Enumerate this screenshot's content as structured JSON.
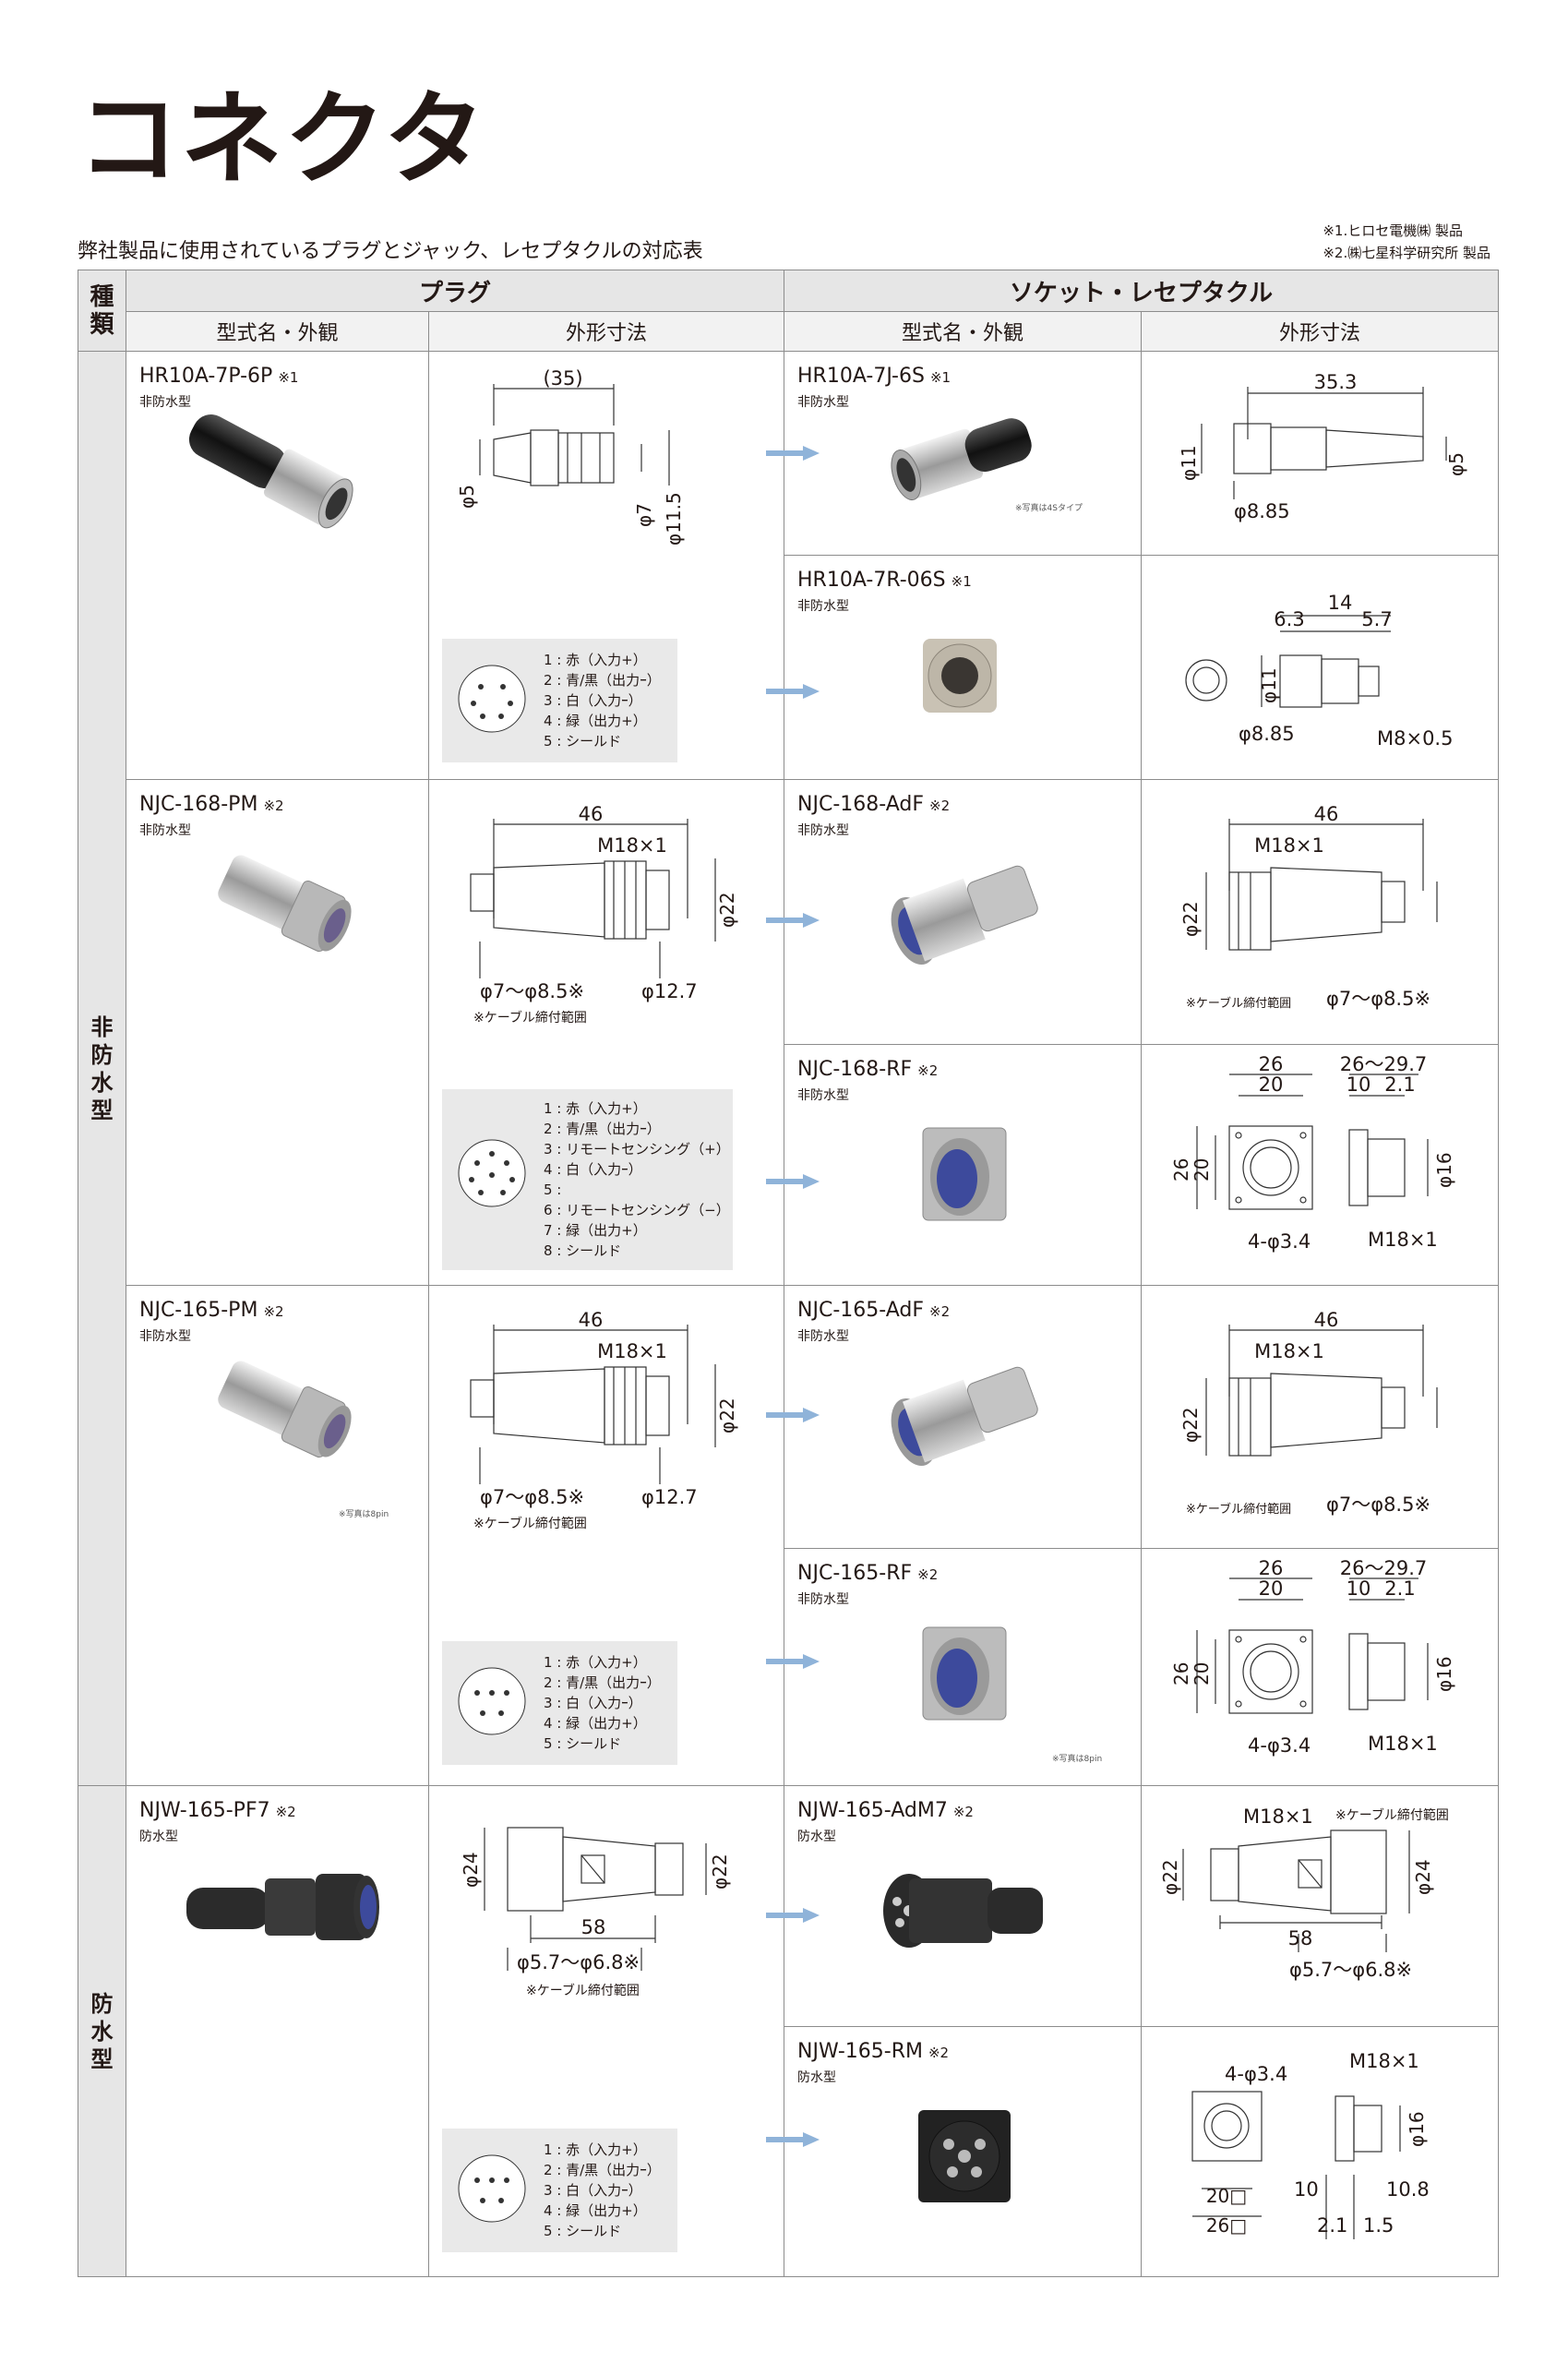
{
  "page": {
    "title": "コネクタ",
    "subtitle": "弊社製品に使用されているプラグとジャック、レセプタクルの対応表",
    "notes": [
      "※1.ヒロセ電機㈱ 製品",
      "※2.㈱七星科学研究所 製品"
    ]
  },
  "table": {
    "kind_header": "種類",
    "plug_header": "プラグ",
    "socket_header": "ソケット・レセプタクル",
    "model_header": "型式名・外観",
    "dim_header": "外形寸法",
    "kind_nonwater": "非防水型",
    "kind_water": "防水型"
  },
  "groups": [
    {
      "plug": {
        "model": "HR10A-7P-6P",
        "note": "※1",
        "type": "非防水型",
        "dims": {
          "len": "(35)",
          "d1": "φ5",
          "d2": "φ7",
          "d3": "φ11.5"
        }
      },
      "pins": [
        "1 : 赤（入力+）",
        "2 : 青/黒（出力ｰ）",
        "3 : 白（入力ｰ）",
        "4 : 緑（出力+）",
        "5 : シールド"
      ],
      "sockets": [
        {
          "model": "HR10A-7J-6S",
          "note": "※1",
          "type": "非防水型",
          "photo_note": "※写真は4Sタイプ",
          "dims": {
            "len": "35.3",
            "d1": "φ11",
            "d2": "φ5",
            "d3": "φ8.85"
          }
        },
        {
          "model": "HR10A-7R-06S",
          "note": "※1",
          "type": "非防水型",
          "dims": {
            "a": "14",
            "b": "6.3",
            "c": "5.7",
            "d1": "φ11",
            "d2": "φ8.85",
            "th": "M8×0.5"
          }
        }
      ]
    },
    {
      "plug": {
        "model": "NJC-168-PM",
        "note": "※2",
        "type": "非防水型",
        "dims": {
          "len": "46",
          "th": "M18×1",
          "d1": "φ22",
          "cable": "φ7〜φ8.5※",
          "d2": "φ12.7",
          "cable_note": "※ケーブル締付範囲"
        }
      },
      "pins": [
        "1 : 赤（入力+）",
        "2 : 青/黒（出力ｰ）",
        "3 : リモートセンシング（+）",
        "4 : 白（入力ｰ）",
        "5 :",
        "6 : リモートセンシング（−）",
        "7 : 緑（出力+）",
        "8 : シールド"
      ],
      "sockets": [
        {
          "model": "NJC-168-AdF",
          "note": "※2",
          "type": "非防水型",
          "dims": {
            "len": "46",
            "th": "M18×1",
            "d1": "φ22",
            "cable": "φ7〜φ8.5※",
            "cable_note": "※ケーブル締付範囲"
          }
        },
        {
          "model": "NJC-168-RF",
          "note": "※2",
          "type": "非防水型",
          "dims": {
            "w1": "26",
            "w2": "20",
            "h1": "26",
            "h2": "20",
            "r1": "26〜29.7",
            "r2": "10",
            "r3": "2.1",
            "d1": "φ16",
            "holes": "4-φ3.4",
            "th": "M18×1"
          }
        }
      ]
    },
    {
      "plug": {
        "model": "NJC-165-PM",
        "note": "※2",
        "type": "非防水型",
        "photo_note": "※写真は8pin",
        "dims": {
          "len": "46",
          "th": "M18×1",
          "d1": "φ22",
          "cable": "φ7〜φ8.5※",
          "d2": "φ12.7",
          "cable_note": "※ケーブル締付範囲"
        }
      },
      "pins": [
        "1 : 赤（入力+）",
        "2 : 青/黒（出力ｰ）",
        "3 : 白（入力ｰ）",
        "4 : 緑（出力+）",
        "5 : シールド"
      ],
      "sockets": [
        {
          "model": "NJC-165-AdF",
          "note": "※2",
          "type": "非防水型",
          "dims": {
            "len": "46",
            "th": "M18×1",
            "d1": "φ22",
            "cable": "φ7〜φ8.5※",
            "cable_note": "※ケーブル締付範囲"
          }
        },
        {
          "model": "NJC-165-RF",
          "note": "※2",
          "type": "非防水型",
          "photo_note": "※写真は8pin",
          "dims": {
            "w1": "26",
            "w2": "20",
            "h1": "26",
            "h2": "20",
            "r1": "26〜29.7",
            "r2": "10",
            "r3": "2.1",
            "d1": "φ16",
            "holes": "4-φ3.4",
            "th": "M18×1"
          }
        }
      ]
    },
    {
      "plug": {
        "model": "NJW-165-PF7",
        "note": "※2",
        "type": "防水型",
        "dims": {
          "d1": "φ24",
          "d2": "φ22",
          "len": "58",
          "cable": "φ5.7〜φ6.8※",
          "cable_note": "※ケーブル締付範囲"
        }
      },
      "pins": [
        "1 : 赤（入力+）",
        "2 : 青/黒（出力ｰ）",
        "3 : 白（入力ｰ）",
        "4 : 緑（出力+）",
        "5 : シールド"
      ],
      "sockets": [
        {
          "model": "NJW-165-AdM7",
          "note": "※2",
          "type": "防水型",
          "dims": {
            "th": "M18×1",
            "cable_note": "※ケーブル締付範囲",
            "d1": "φ22",
            "d2": "φ24",
            "len": "58",
            "cable": "φ5.7〜φ6.8※"
          }
        },
        {
          "model": "NJW-165-RM",
          "note": "※2",
          "type": "防水型",
          "dims": {
            "holes": "4-φ3.4",
            "th": "M18×1",
            "d1": "φ16",
            "a": "10",
            "b": "10.8",
            "c": "2.1",
            "d": "1.5",
            "w1": "20□",
            "w2": "26□"
          }
        }
      ]
    }
  ]
}
